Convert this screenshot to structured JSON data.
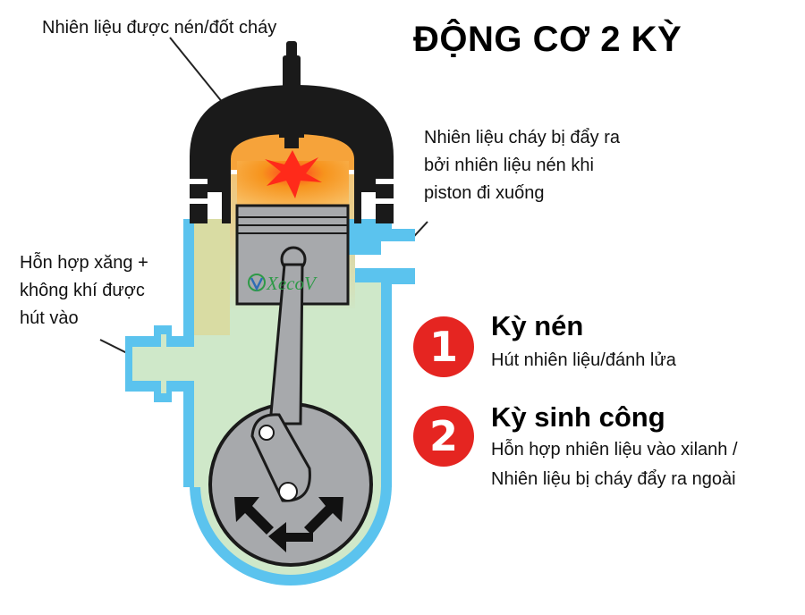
{
  "title": "ĐỘNG CƠ 2 KỲ",
  "labels": {
    "top": "Nhiên liệu được nén/đốt cháy",
    "exhaust": [
      "Nhiên liệu cháy bị đẩy ra",
      "bởi nhiên liệu nén khi",
      "piston đi xuống"
    ],
    "intake": [
      "Hỗn hợp xăng +",
      "không khí được",
      "hút vào"
    ]
  },
  "logo": "XecoV",
  "strokes": [
    {
      "number": "1",
      "name": "Kỳ nén",
      "description": [
        "Hút nhiên liệu/đánh lửa"
      ]
    },
    {
      "number": "2",
      "name": "Kỳ sinh công",
      "description": [
        "Hỗn hợp nhiên liệu vào xilanh /",
        "Nhiên liệu bị cháy đẩy ra ngoài"
      ]
    }
  ],
  "colors": {
    "accent_red": "#e52521",
    "coolant_blue": "#5bc3ee",
    "mixture_green": "#cfe8c9",
    "combustion_orange": "#f6a33a",
    "piston_gray": "#a7a9ac",
    "head_black": "#1a1a1a"
  }
}
